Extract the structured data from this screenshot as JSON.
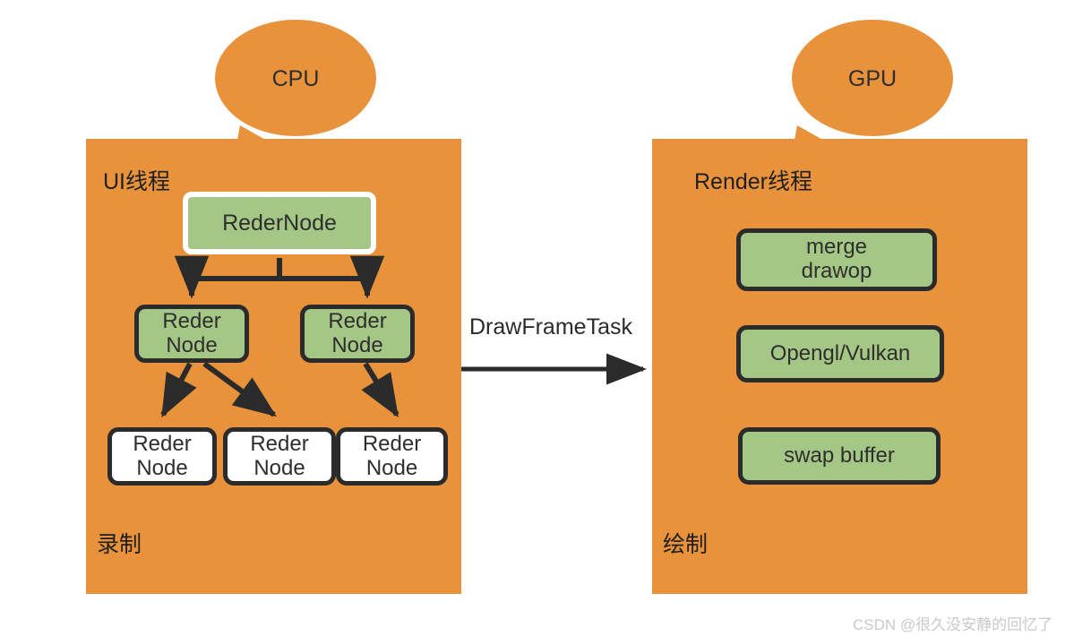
{
  "diagram": {
    "title": "Android rendering pipeline: CPU UI thread and GPU Render thread",
    "colors": {
      "panel_orange": "#e8923c",
      "box_green": "#a5c785",
      "box_white": "#ffffff",
      "border_dark": "#2b2b2b",
      "text_dark": "#2e2e2e",
      "watermark_gray": "#c9c9c9"
    }
  },
  "left_side": {
    "bubble_label": "CPU",
    "panel_title": "UI线程",
    "panel_footer": "录制",
    "root_node": "RederNode",
    "level2_nodes": [
      "Reder\nNode",
      "Reder\nNode"
    ],
    "level3_nodes": [
      "Reder\nNode",
      "Reder\nNode",
      "Reder\nNode"
    ]
  },
  "connector": {
    "label": "DrawFrameTask"
  },
  "right_side": {
    "bubble_label": "GPU",
    "panel_title": "Render线程",
    "panel_footer": "绘制",
    "stages": [
      "merge\ndrawop",
      "Opengl/Vulkan",
      "swap buffer"
    ]
  },
  "watermark": {
    "text": "CSDN @很久没安静的回忆了"
  }
}
